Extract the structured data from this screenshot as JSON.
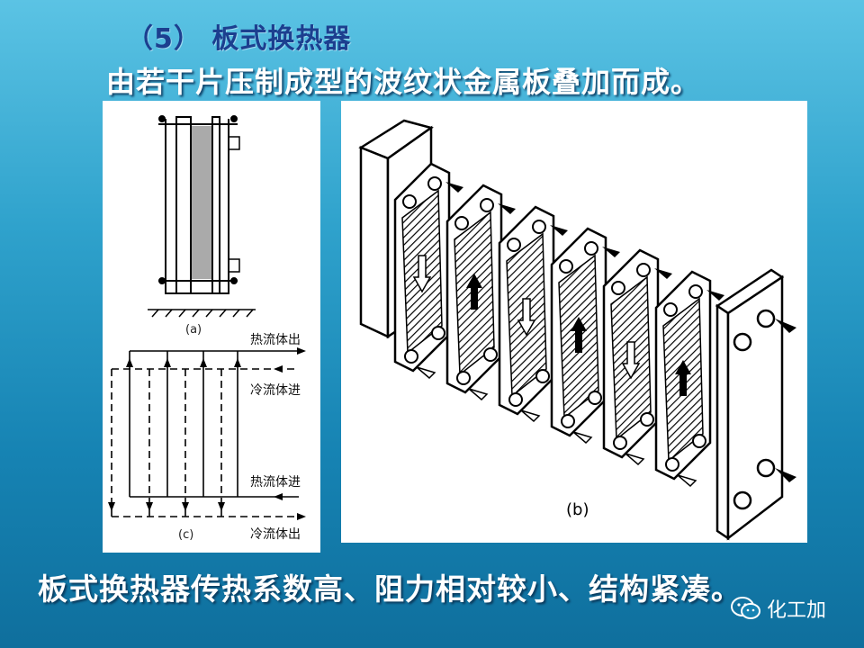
{
  "slide": {
    "title": "（5） 板式换热器",
    "subtitle": "由若干片压制成型的波纹状金属板叠加而成。",
    "caption": "板式换热器传热系数高、阻力相对较小、结构紧凑。"
  },
  "figure_left": {
    "label_a": "(a)",
    "label_c": "(c)",
    "flow_labels": {
      "hot_out": "热流体出",
      "cold_in": "冷流体进",
      "hot_in": "热流体进",
      "cold_out": "冷流体出"
    }
  },
  "figure_right": {
    "label_b": "(b)"
  },
  "watermark": {
    "text": "化工加",
    "icon": "wechat-icon"
  }
}
